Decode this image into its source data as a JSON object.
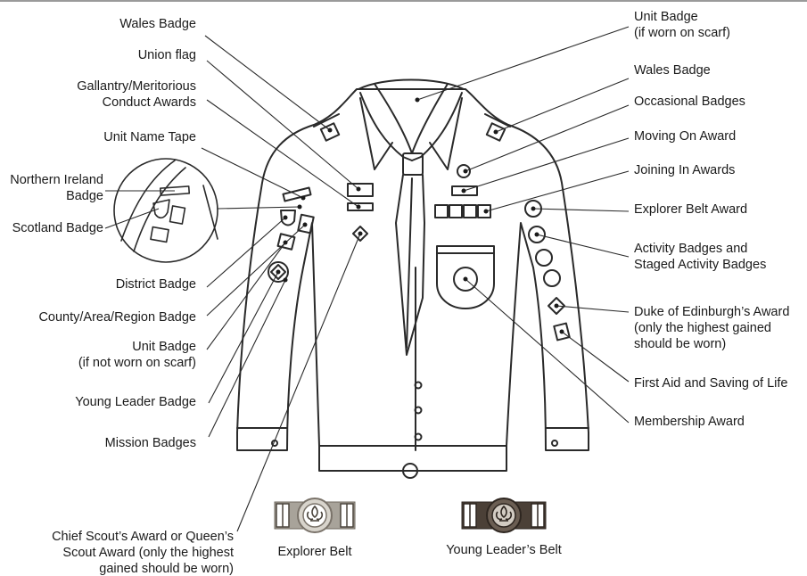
{
  "labels": {
    "wales_badge_left": "Wales Badge",
    "union_flag": "Union flag",
    "gallantry": "Gallantry/Meritorious\nConduct Awards",
    "unit_name_tape": "Unit Name Tape",
    "northern_ireland": "Northern Ireland\nBadge",
    "scotland_badge": "Scotland Badge",
    "district_badge": "District Badge",
    "county_badge": "County/Area/Region Badge",
    "unit_badge_sleeve": "Unit Badge\n(if not worn on scarf)",
    "young_leader_badge": "Young Leader Badge",
    "mission_badges": "Mission Badges",
    "chief_scout": "Chief Scout’s Award or Queen’s\nScout Award (only the highest\ngained should be worn)",
    "unit_badge_scarf": "Unit Badge\n(if worn on scarf)",
    "wales_badge_right": "Wales Badge",
    "occasional_badges": "Occasional Badges",
    "moving_on": "Moving On Award",
    "joining_in": "Joining In Awards",
    "explorer_belt_award": "Explorer Belt Award",
    "activity_badges": "Activity Badges and\nStaged Activity Badges",
    "duke_of_edinburgh": "Duke of Edinburgh’s Award\n(only the highest gained\nshould be worn)",
    "first_aid": "First Aid and Saving of Life",
    "membership_award": "Membership Award",
    "explorer_belt": "Explorer Belt",
    "young_leaders_belt": "Young Leader’s Belt"
  },
  "colors": {
    "outline": "#2a2a2a",
    "belt_light": "#a8a39a",
    "belt_dark": "#4b4037",
    "background": "#ffffff"
  },
  "icons": {
    "fleur_de_lis": "fleur-de-lis-icon"
  }
}
